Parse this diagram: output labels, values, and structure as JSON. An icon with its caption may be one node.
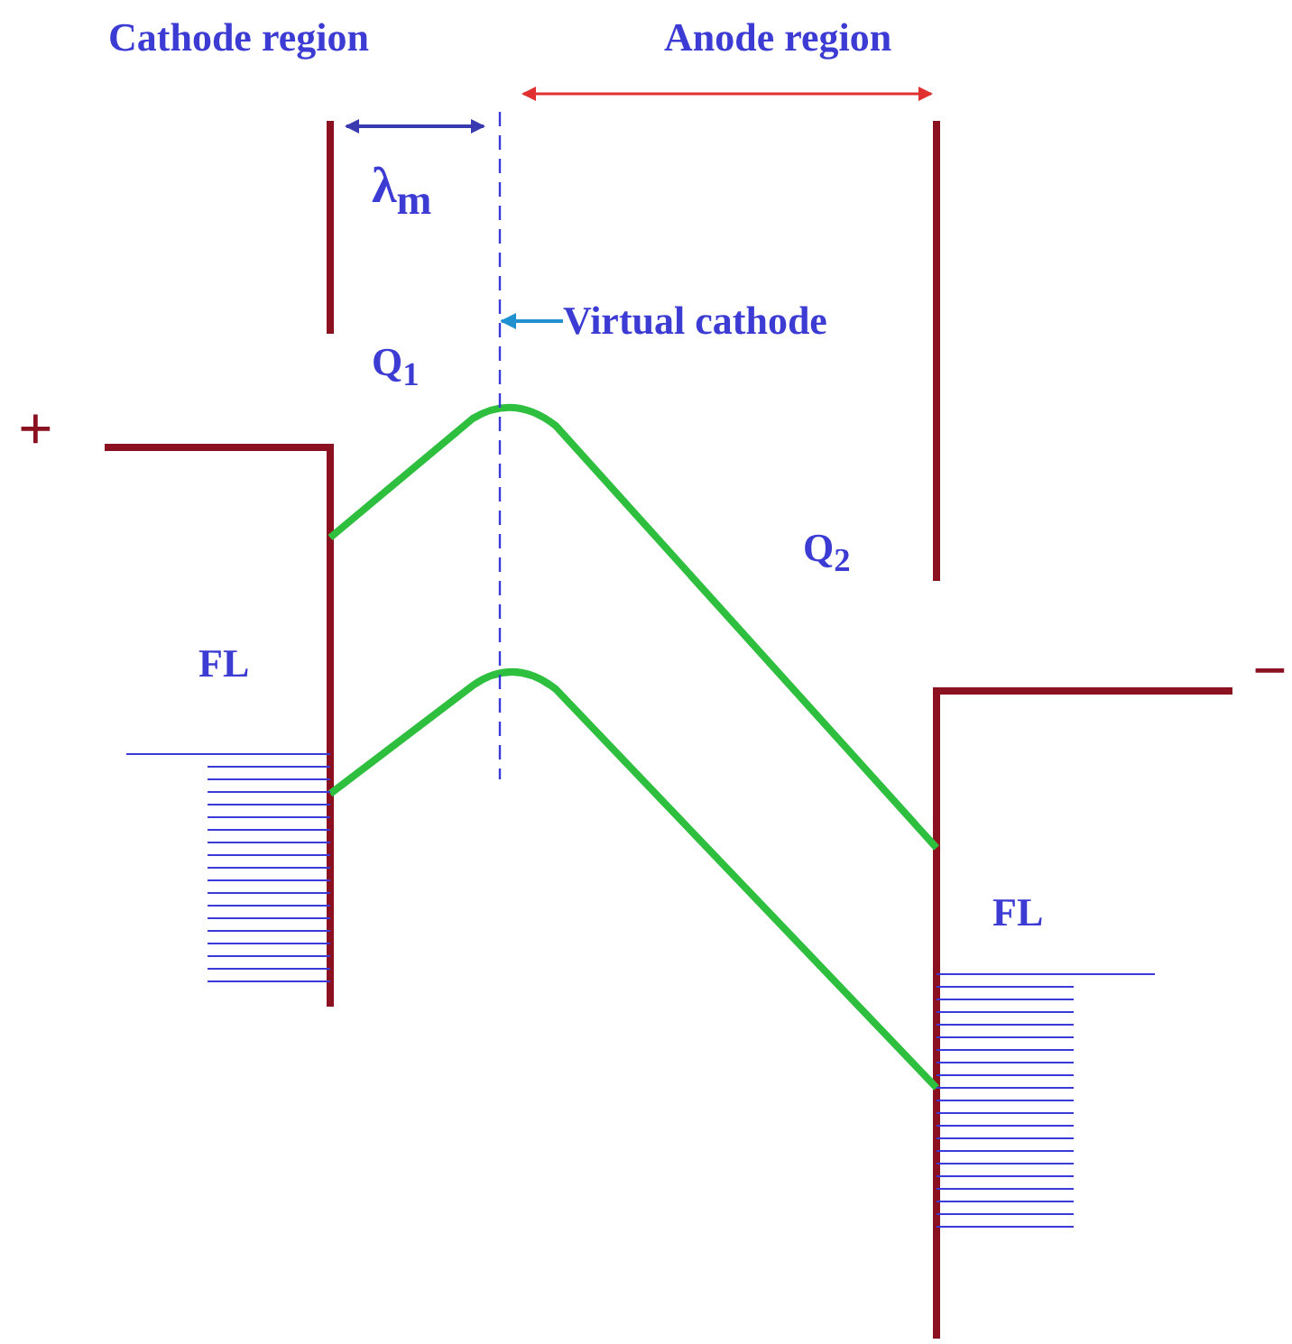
{
  "diagram": {
    "nodes": [
      {
        "text": [
          "Virtual cathode"
        ]
      },
      {
        "text": [],
        "shape": "line"
      }
    ],
    "edges": [
      {
        "from": 0,
        "to": 1,
        "arrow": "to"
      }
    ],
    "labels": [
      "Cathode region",
      "Anode region",
      "λ$_{m}$",
      "Q$_{1}$",
      "Q$_{2}$",
      "FL",
      "FL",
      "+",
      "−"
    ]
  }
}
